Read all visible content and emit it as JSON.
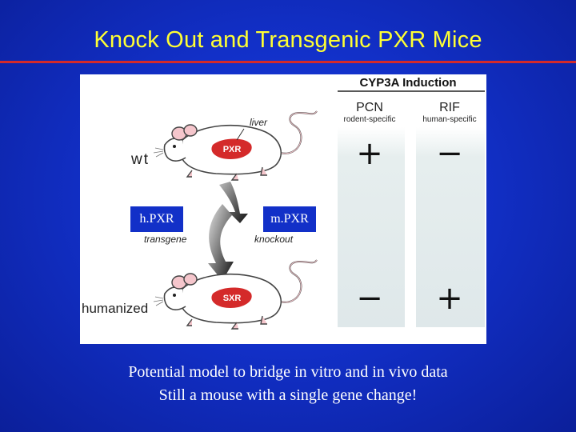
{
  "slide": {
    "title": "Knock Out and Transgenic PXR Mice",
    "captions": [
      "Potential model to bridge in vitro and in vivo data",
      "Still a mouse with a single gene change!"
    ]
  },
  "figure": {
    "induction_header": "CYP3A Induction",
    "columns": [
      {
        "name": "PCN",
        "sub": "rodent-specific"
      },
      {
        "name": "RIF",
        "sub": "human-specific"
      }
    ],
    "rows": [
      {
        "label": "wt",
        "organ_label": "PXR",
        "results": [
          "+",
          "−"
        ]
      },
      {
        "label": "humanized",
        "organ_label": "SXR",
        "results": [
          "−",
          "+"
        ]
      }
    ],
    "liver_label": "liver",
    "transgene_label": "transgene",
    "knockout_label": "knockout",
    "box_labels": {
      "left": "h.PXR",
      "right": "m.PXR"
    },
    "colors": {
      "liver": "#d42a2a",
      "rat_outline": "#444444",
      "rat_pink": "#f5c6cc",
      "column_fill": "#e4eced"
    }
  }
}
